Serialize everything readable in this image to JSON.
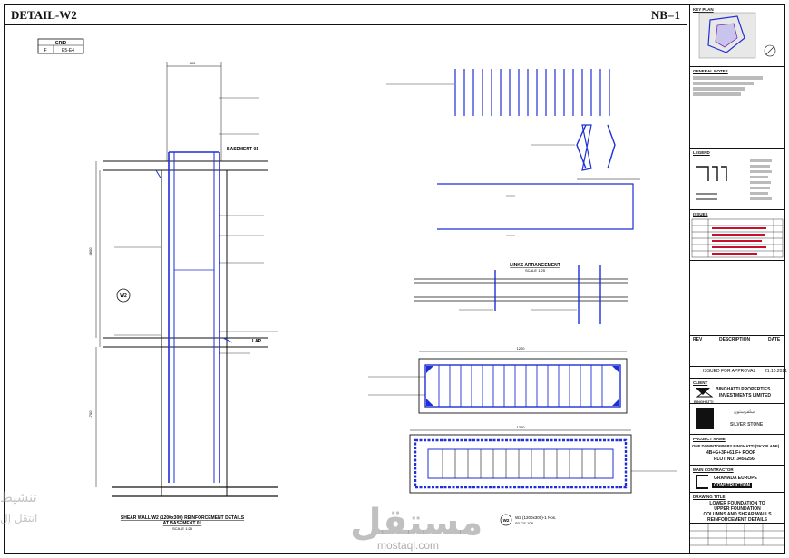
{
  "header": {
    "detail_title": "DETAIL-W2",
    "nb_label": "NB=1"
  },
  "grid_table": {
    "header": "GRID",
    "col1": "F",
    "col2": "E5-E4"
  },
  "drawing": {
    "left_caption_line1": "SHEAR WALL W2 (1200x300) REINFORCEMENT DETAILS",
    "left_caption_line2": "AT BASEMENT 01",
    "left_caption_scale": "SCALE 1:25",
    "basement_label": "BASEMENT 01",
    "lap_label": "LAP",
    "w2_bubble": "W2",
    "links_title": "LINKS ARRANGEMENT",
    "links_scale": "SCALE 1:25",
    "section_label_line1": "W2 (1200x300)-1 Nos.",
    "section_label_line2": "S0-CS-108",
    "w2_tag": "W2"
  },
  "title_block": {
    "key_plan_label": "KEY PLAN",
    "legend_label": "LEGEND",
    "notes_label": "GENERAL NOTES",
    "issue_table_label": "ISSUES",
    "rev_header": "REV",
    "description_header": "DESCRIPTION",
    "date_header": "DATE",
    "approval_text": "ISSUED FOR APPROVAL",
    "approval_date": "21.10.2021",
    "client_label": "CLIENT",
    "client_name_line1": "BINGHATTI PROPERTIES",
    "client_name_line2": "INVESTMENTS LIMITED",
    "client_logo_text": "BINGHATTI",
    "consultant_brand": "SILVER STONE",
    "project_label": "PROJECT NAME",
    "project_line1": "ONE DOWNTOWN BY BINGHATTI (SKYBLADE)",
    "project_line2": "4B+G+3P+61 F+ ROOF",
    "project_line3": "PLOT NO: 3456256",
    "contractor_label": "MAIN CONTRACTOR",
    "contractor_line1": "GRANADA EUROPE",
    "contractor_line2": "CONSTRUCTION",
    "drawing_title_label": "DRAWING TITLE",
    "drawing_title_line1": "LOWER FOUNDATION TO",
    "drawing_title_line2": "UPPER FOUNDATION",
    "drawing_title_line3": "COLUMNS AND SHEAR WALLS",
    "drawing_title_line4": "REINFORCEMENT DETAILS"
  },
  "watermark": {
    "brand": "مستقل",
    "domain": "mostaql.com"
  },
  "os_overlay": {
    "line1": "تنشيط",
    "line2": "انتقل إل"
  },
  "colors": {
    "rebar_blue": "#1f2fd6",
    "line": "#111111",
    "link_red": "#c8102e"
  }
}
